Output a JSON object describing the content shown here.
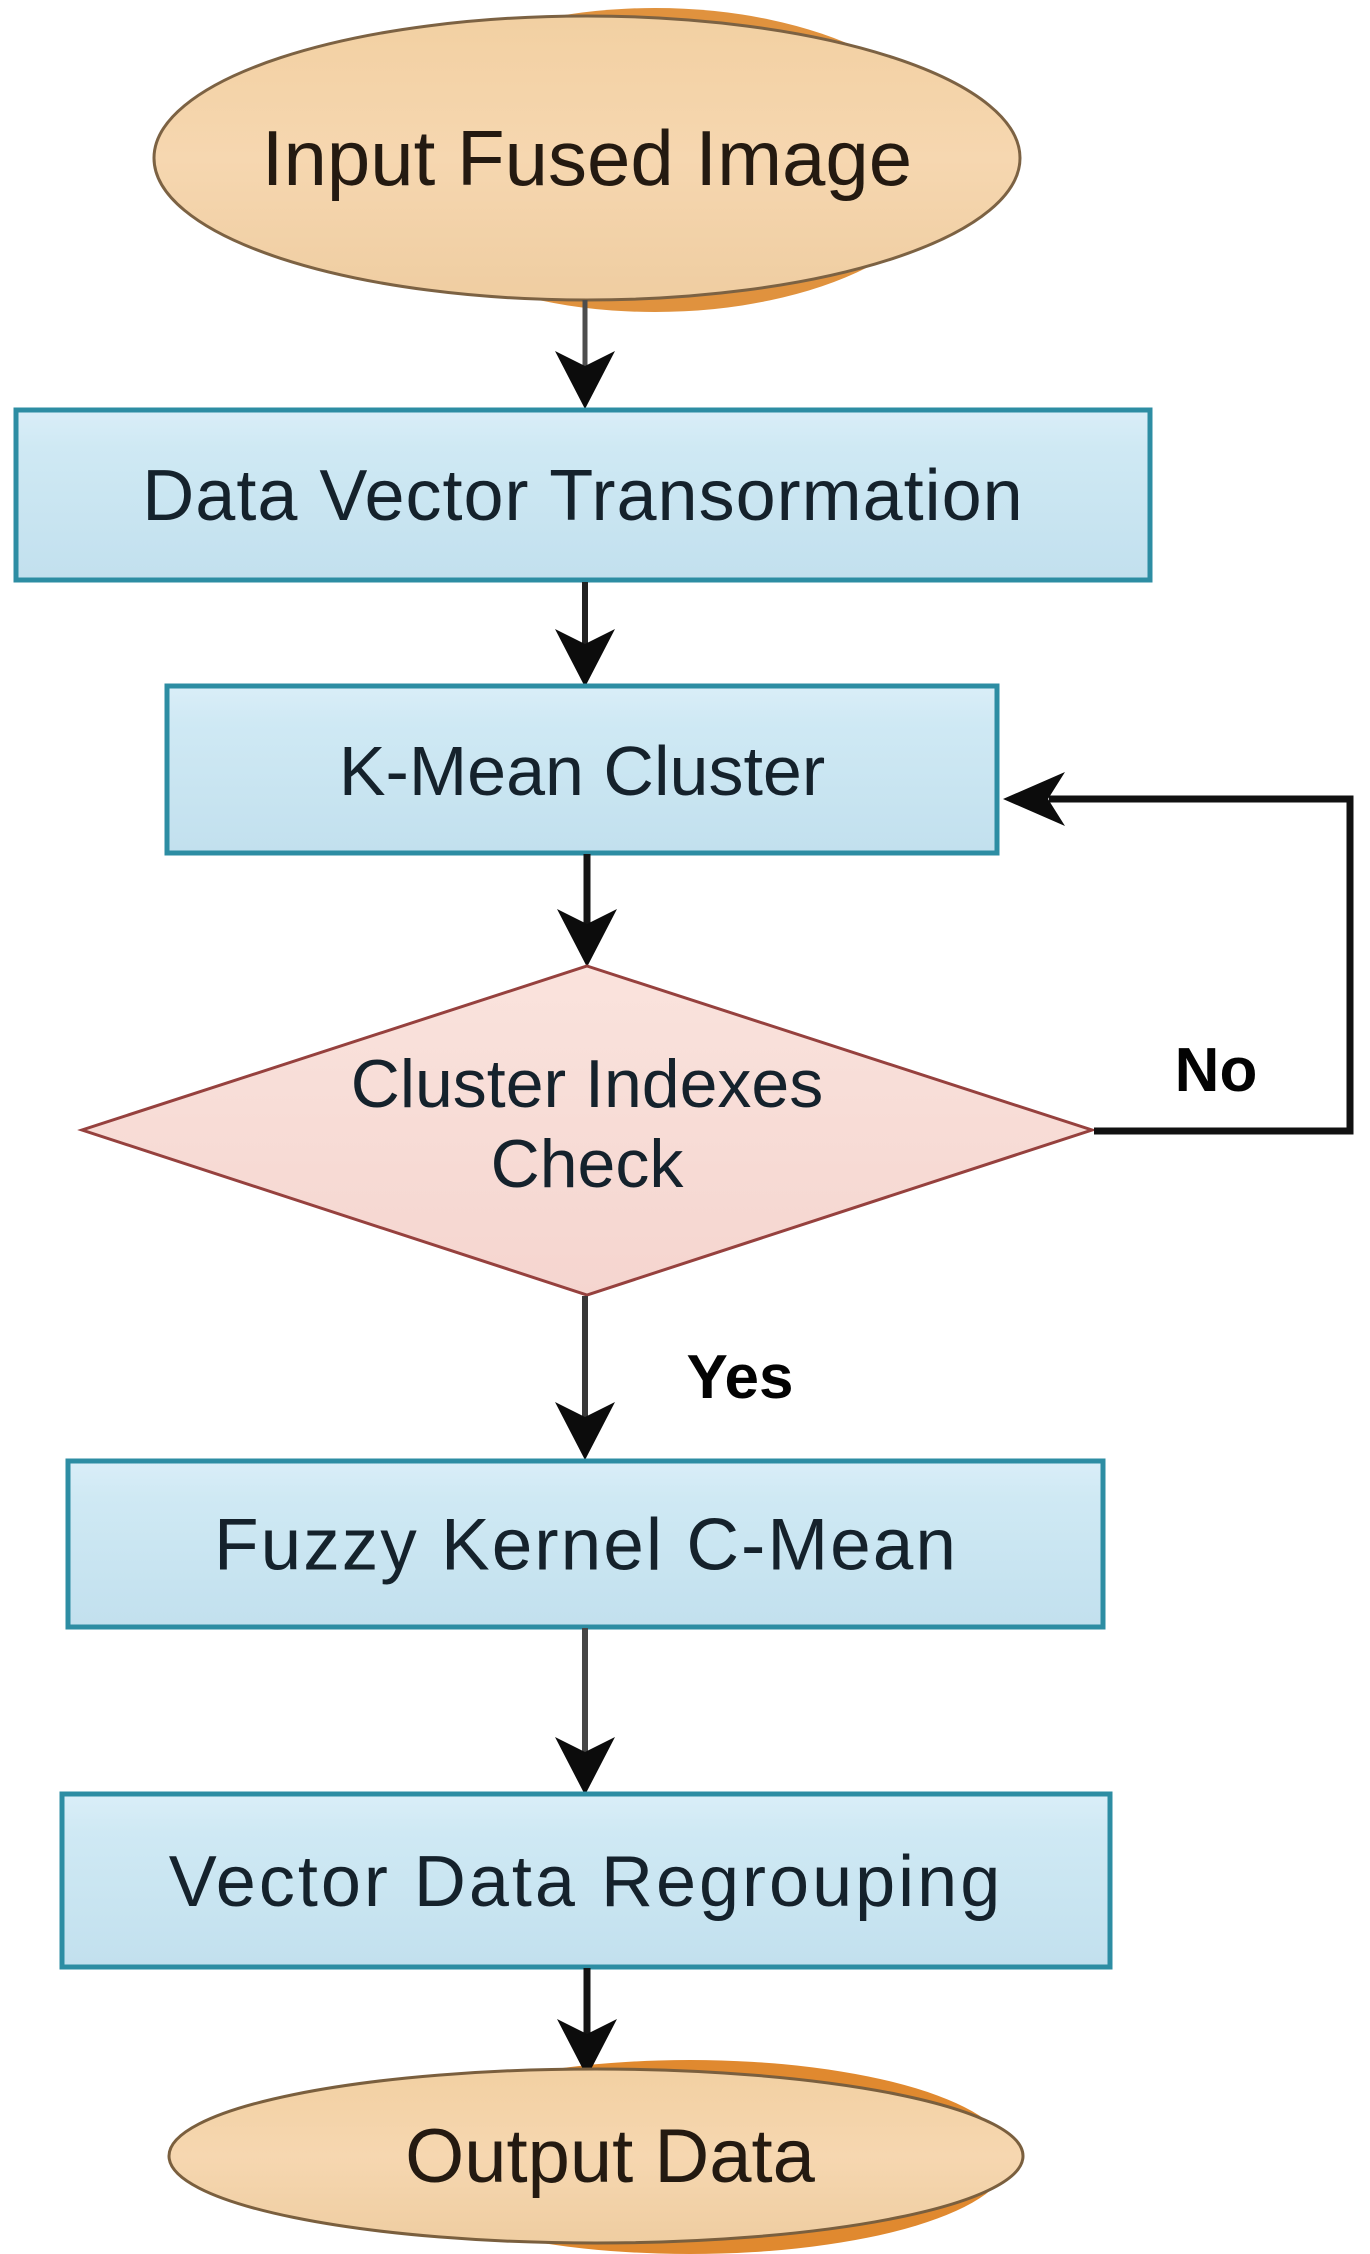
{
  "diagram": {
    "type": "flowchart",
    "nodes": [
      {
        "id": "input",
        "shape": "terminator",
        "label": "Input Fused Image"
      },
      {
        "id": "transform",
        "shape": "process",
        "label": "Data Vector Transormation"
      },
      {
        "id": "kmean",
        "shape": "process",
        "label": "K-Mean Cluster"
      },
      {
        "id": "check",
        "shape": "decision",
        "label": "Cluster Indexes Check",
        "label_line1": "Cluster Indexes",
        "label_line2": "Check"
      },
      {
        "id": "fuzzy",
        "shape": "process",
        "label": "Fuzzy Kernel C-Mean"
      },
      {
        "id": "regroup",
        "shape": "process",
        "label": "Vector Data Regrouping"
      },
      {
        "id": "output",
        "shape": "terminator",
        "label": "Output Data"
      }
    ],
    "edge_labels": {
      "yes": "Yes",
      "no": "No"
    },
    "palette": {
      "terminator_fill": "#f5d4a9",
      "terminator_border": "#7c6243",
      "terminator_accent": "#e0913c",
      "process_fill": "#c7e4f1",
      "process_border": "#2d8da3",
      "decision_fill": "#f8dcd6",
      "decision_border": "#96413e",
      "connector": "#111111",
      "node_text": "#15222c",
      "edge_label_text": "#030303"
    }
  }
}
